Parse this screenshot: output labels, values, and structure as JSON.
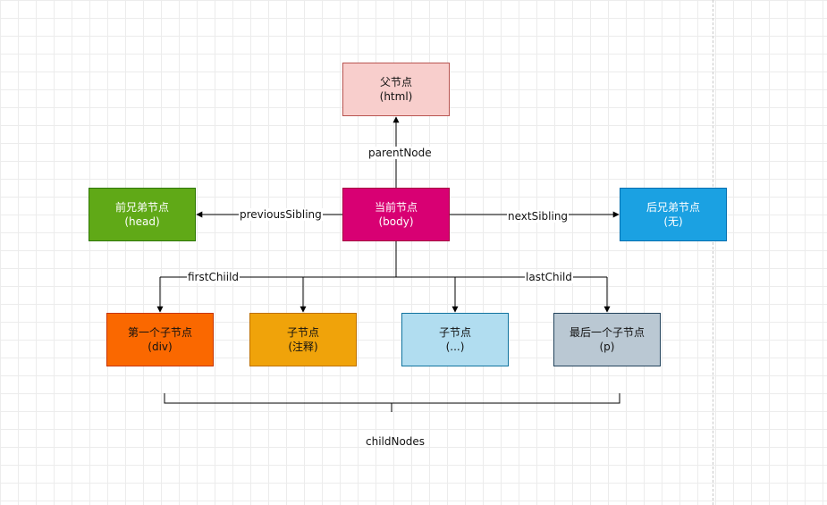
{
  "nodes": {
    "parent": {
      "title": "父节点",
      "sub": "(html)",
      "fill": "#f8cecc",
      "stroke": "#b85450",
      "text": "#111111"
    },
    "current": {
      "title": "当前节点",
      "sub": "(body)",
      "fill": "#d80073",
      "stroke": "#a50040",
      "text": "#ffffff"
    },
    "prev": {
      "title": "前兄弟节点",
      "sub": "(head)",
      "fill": "#60a917",
      "stroke": "#2d7600",
      "text": "#ffffff"
    },
    "next": {
      "title": "后兄弟节点",
      "sub": "(无)",
      "fill": "#1ba1e2",
      "stroke": "#006eaf",
      "text": "#ffffff"
    },
    "first": {
      "title": "第一个子节点",
      "sub": "(div)",
      "fill": "#fa6800",
      "stroke": "#c73500",
      "text": "#111111"
    },
    "comment": {
      "title": "子节点",
      "sub": "(注释)",
      "fill": "#f0a30a",
      "stroke": "#bd7000",
      "text": "#111111"
    },
    "ellipsis": {
      "title": "子节点",
      "sub": "(...)",
      "fill": "#b1ddf0",
      "stroke": "#10739e",
      "text": "#111111"
    },
    "last": {
      "title": "最后一个子节点",
      "sub": "(p)",
      "fill": "#bac8d3",
      "stroke": "#23445d",
      "text": "#111111"
    }
  },
  "edges": {
    "parentNode": "parentNode",
    "previousSibling": "previousSibling",
    "nextSibling": "nextSibling",
    "firstChild": "firstChiild",
    "lastChild": "lastChild",
    "childNodes": "childNodes"
  }
}
